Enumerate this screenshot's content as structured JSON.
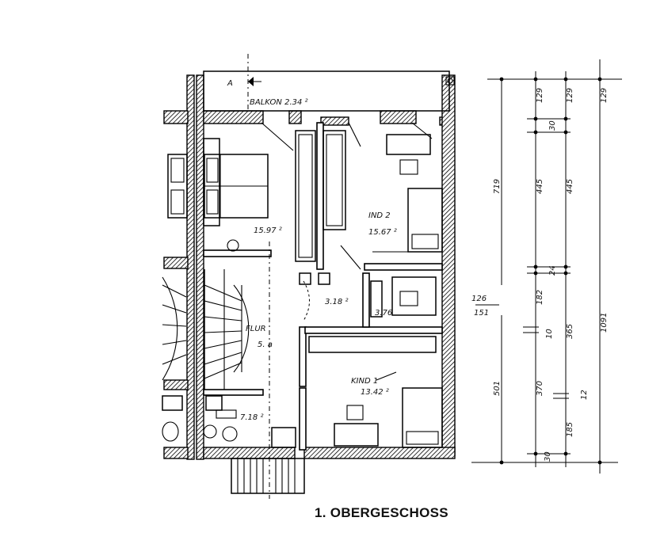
{
  "title": "1. OBERGESCHOSS",
  "section_marker": "A",
  "rooms": {
    "balkon": "BALKON   2.34 ²",
    "eltern_area": "15.97 ²",
    "kind2_name": "IND  2",
    "kind2_area": "15.67 ²",
    "abstell1": "3.18 ²",
    "abstell2": "3.76",
    "flur_name": "FLUR",
    "flur_area": "5.    a",
    "kind1_name": "KIND  1",
    "kind1_area": "13.42 ²",
    "bad_area": "7.18 ²"
  },
  "dimensions": {
    "top_129_a": "129",
    "top_129_b": "129",
    "top_129_c": "129",
    "d30_top": "30",
    "d719": "719",
    "d445_a": "445",
    "d445_b": "445",
    "d24": "24",
    "d126": "126",
    "d151": "151",
    "d182": "182",
    "d10": "10",
    "d365": "365",
    "d1091": "1091",
    "d501": "501",
    "d370": "370",
    "d12": "12",
    "d185": "185",
    "d30_bottom": "30"
  }
}
